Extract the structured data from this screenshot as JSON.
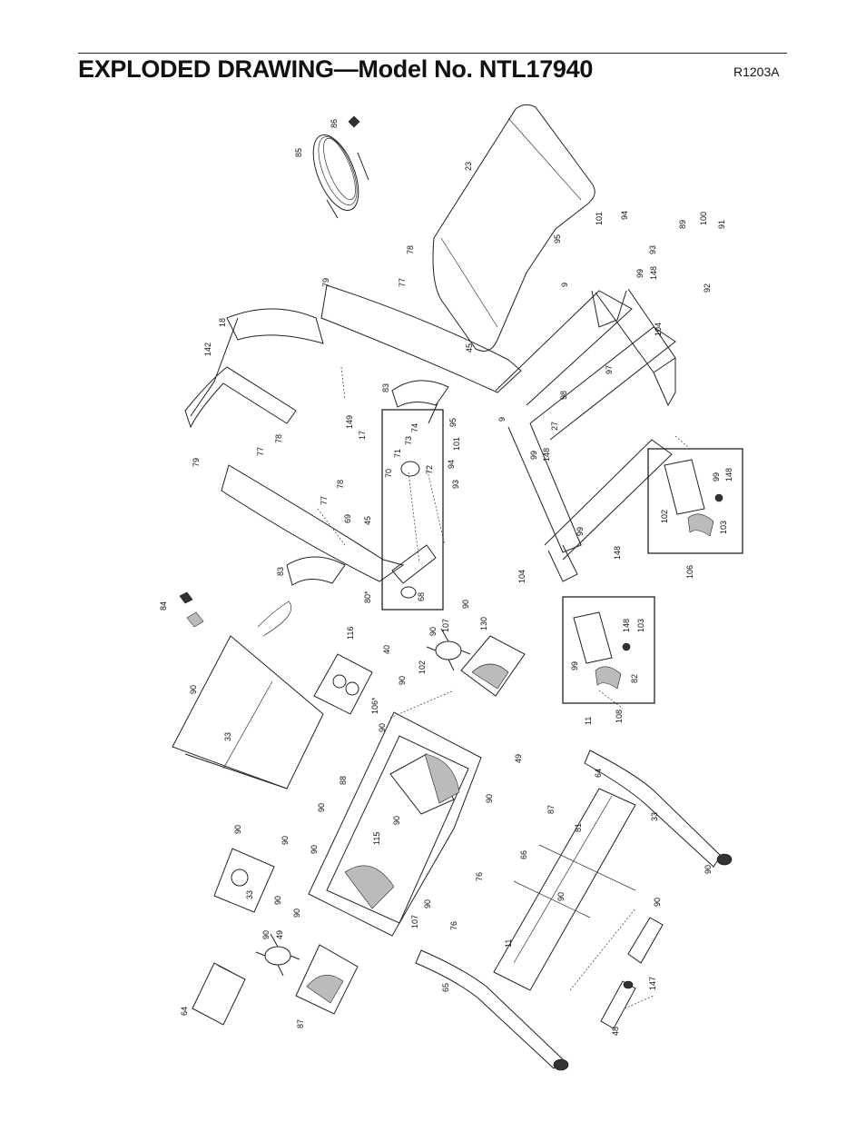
{
  "header": {
    "title": "EXPLODED DRAWING—Model No. NTL17940",
    "revision": "R1203A"
  },
  "part_labels": [
    "86",
    "85",
    "23",
    "95",
    "101",
    "94",
    "89",
    "100",
    "91",
    "93",
    "9",
    "99",
    "148",
    "92",
    "78",
    "77",
    "79",
    "18",
    "142",
    "45",
    "104",
    "97",
    "98",
    "83",
    "27",
    "74",
    "95",
    "9",
    "149",
    "73",
    "17",
    "101",
    "71",
    "94",
    "99",
    "148",
    "78",
    "70",
    "72",
    "77",
    "79",
    "78",
    "93",
    "77",
    "69",
    "45",
    "102",
    "99",
    "148",
    "103",
    "106",
    "99",
    "83",
    "104",
    "148",
    "80*",
    "68",
    "84",
    "90",
    "107",
    "130",
    "116",
    "90",
    "40",
    "90",
    "102",
    "99",
    "148",
    "103",
    "82",
    "90",
    "106*",
    "11",
    "108",
    "33",
    "90",
    "49",
    "64",
    "33",
    "90",
    "88",
    "90",
    "90",
    "87",
    "81",
    "90",
    "115",
    "90",
    "90",
    "90",
    "66",
    "76",
    "90",
    "33",
    "90",
    "90",
    "90",
    "90",
    "107",
    "11",
    "90",
    "49",
    "76",
    "147",
    "65",
    "48",
    "64",
    "87"
  ]
}
